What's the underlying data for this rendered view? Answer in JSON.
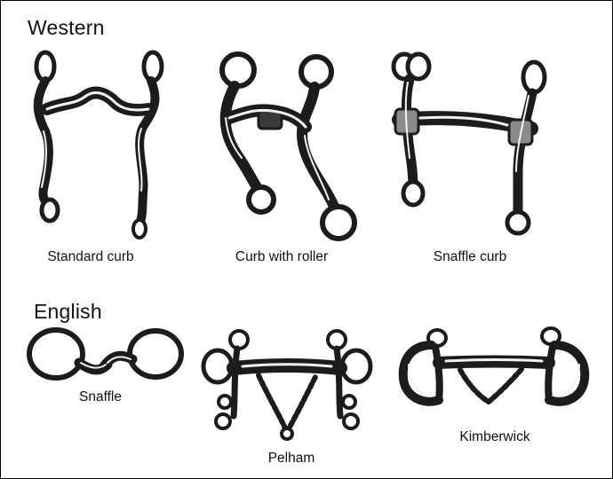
{
  "sections": {
    "western": {
      "heading": "Western",
      "bits": [
        {
          "label": "Standard curb",
          "icon": "standard-curb-bit-icon"
        },
        {
          "label": "Curb with roller",
          "icon": "curb-with-roller-bit-icon"
        },
        {
          "label": "Snaffle curb",
          "icon": "snaffle-curb-bit-icon"
        }
      ]
    },
    "english": {
      "heading": "English",
      "bits": [
        {
          "label": "Snaffle",
          "icon": "snaffle-bit-icon"
        },
        {
          "label": "Pelham",
          "icon": "pelham-bit-icon"
        },
        {
          "label": "Kimberwick",
          "icon": "kimberwick-bit-icon"
        }
      ]
    }
  },
  "colors": {
    "ink": "#1c1c1c",
    "metal": "#9a9a9a",
    "background": "#ffffff"
  }
}
